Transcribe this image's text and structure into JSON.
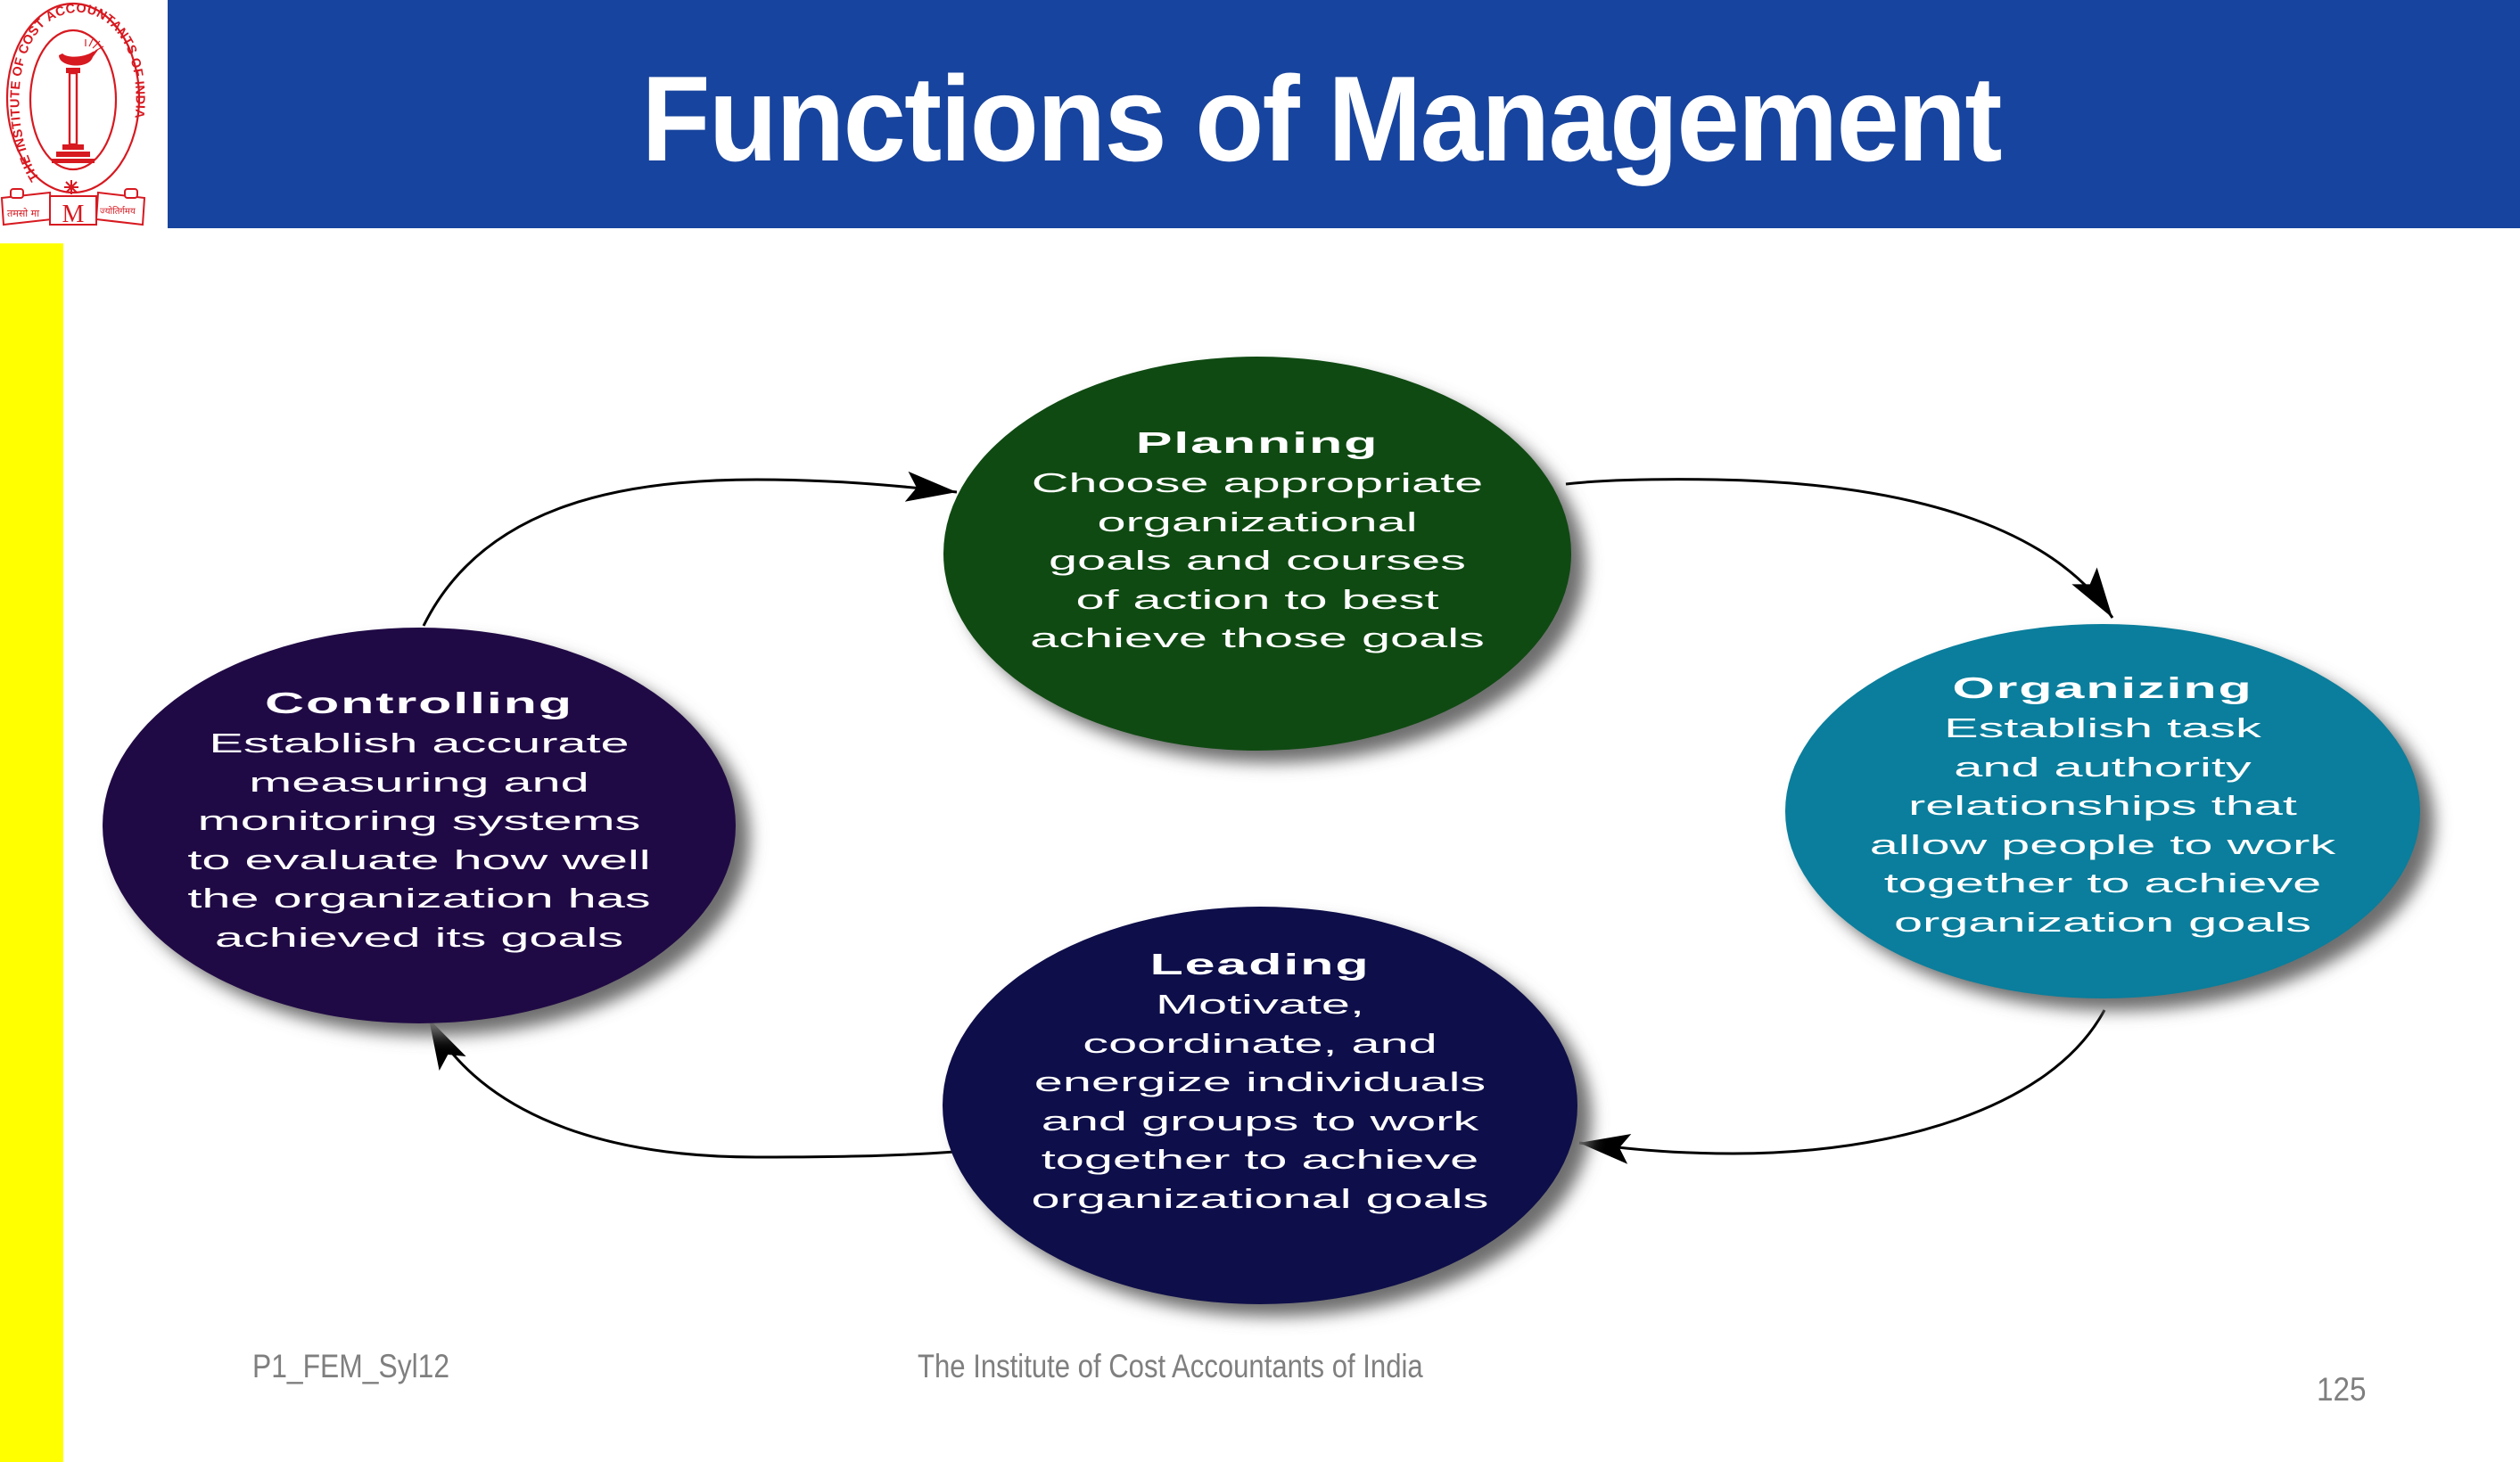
{
  "logo": {
    "ring_text": "THE INSTITUTE OF COST ACCOUNTANTS OF INDIA",
    "ribbon_left": "तमसो मा",
    "ribbon_right": "ज्योतिर्गमय",
    "monogram": "M",
    "color": "#D71920"
  },
  "header": {
    "title": "Functions of Management",
    "background": "#17449E",
    "text_color": "#FFFFFF"
  },
  "accent_bar": {
    "color": "#FFFF00"
  },
  "diagram": {
    "nodes": [
      {
        "id": "planning",
        "title": "Planning",
        "lines": [
          "Choose appropriate",
          "organizational",
          "goals and courses",
          "of action to best",
          "achieve those goals"
        ],
        "color": "#0F4A12"
      },
      {
        "id": "organizing",
        "title": "Organizing",
        "lines": [
          "Establish task",
          "and authority",
          "relationships that",
          "allow people to work",
          "together to achieve",
          "organization goals"
        ],
        "color": "#0A7E9C"
      },
      {
        "id": "leading",
        "title": "Leading",
        "lines": [
          "Motivate,",
          "coordinate, and",
          "energize individuals",
          "and groups to work",
          "together to achieve",
          "organizational goals"
        ],
        "color": "#0E0E4A"
      },
      {
        "id": "controlling",
        "title": "Controlling",
        "lines": [
          "Establish accurate",
          "measuring and",
          "monitoring systems",
          "to evaluate how well",
          "the organization has",
          "achieved its goals"
        ],
        "color": "#200A45"
      }
    ],
    "cycle": [
      {
        "from": "controlling",
        "to": "planning"
      },
      {
        "from": "planning",
        "to": "organizing"
      },
      {
        "from": "organizing",
        "to": "leading"
      },
      {
        "from": "leading",
        "to": "controlling"
      }
    ],
    "arrow_color": "#000000",
    "shadow_color": "#6E6E6E"
  },
  "footer": {
    "code": "P1_FEM_Syl12",
    "organization": "The Institute of Cost Accountants of India",
    "page_number": "125",
    "text_color": "#7F7F7F"
  }
}
